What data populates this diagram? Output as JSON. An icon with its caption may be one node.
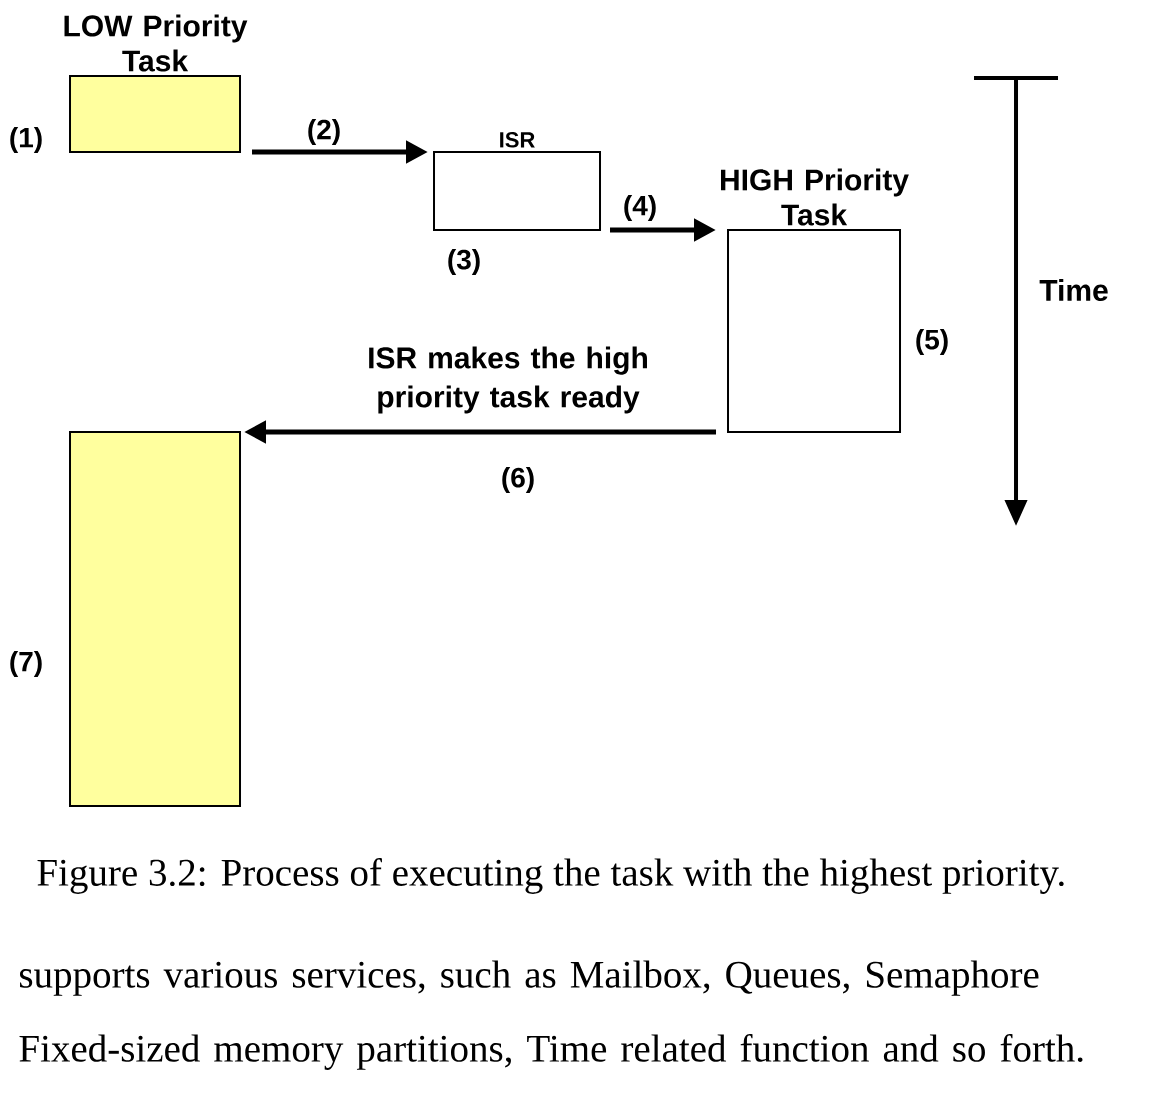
{
  "diagram": {
    "caption": "Figure 3.2: Process of executing the task with the highest priority.",
    "nodes": [
      {
        "text": [
          "LOW Priority Task"
        ],
        "beside": [
          "(1)"
        ]
      },
      {
        "text": [
          "ISR"
        ],
        "beside": [
          "(3)"
        ]
      },
      {
        "text": [
          "HIGH Priority Task"
        ],
        "beside": [
          "(5)"
        ]
      },
      {
        "text": [],
        "shape": "box",
        "beside": [
          "(7)"
        ]
      }
    ],
    "edges": [
      {
        "from": 0,
        "to": 1,
        "arrow": "to",
        "label": "(2)"
      },
      {
        "from": 1,
        "to": 2,
        "arrow": "to",
        "label": "(4)"
      },
      {
        "from": 2,
        "to": 3,
        "arrow": "to",
        "label": "(6)"
      }
    ],
    "labels": [
      "Time",
      "ISR makes the high priority task ready",
      "supports various services, such as Mailbox, Queues, Semaphore Fixed-sized memory partitions, Time related function and so forth."
    ]
  }
}
